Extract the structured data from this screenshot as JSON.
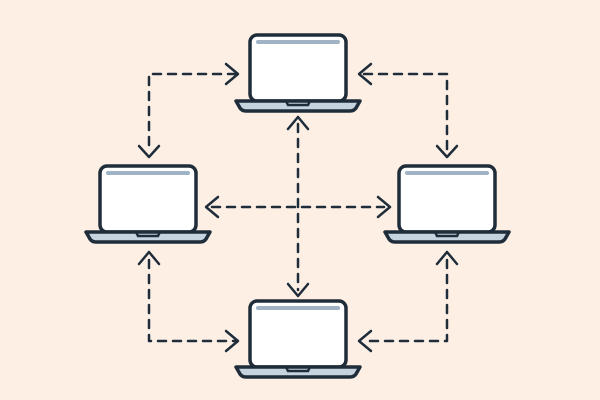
{
  "diagram": {
    "type": "network",
    "topology": "ring-with-cross-links",
    "node_icon": "laptop-icon",
    "node_count": 4,
    "nodes": [
      "top",
      "left",
      "right",
      "bottom"
    ],
    "links": [
      {
        "from": "top",
        "to": "left",
        "style": "dashed",
        "direction": "to-left-and-to-top"
      },
      {
        "from": "top",
        "to": "right",
        "style": "dashed",
        "direction": "both"
      },
      {
        "from": "left",
        "to": "bottom",
        "style": "dashed",
        "direction": "both"
      },
      {
        "from": "right",
        "to": "bottom",
        "style": "dashed",
        "direction": "both"
      },
      {
        "from": "left",
        "to": "right",
        "style": "dashed",
        "direction": "both"
      },
      {
        "from": "top",
        "to": "bottom",
        "style": "dashed",
        "direction": "both"
      }
    ]
  },
  "colors": {
    "background": "#fdefe4",
    "outline": "#1f2d3a",
    "screen": "#ffffff",
    "base": "#c5d3df"
  }
}
